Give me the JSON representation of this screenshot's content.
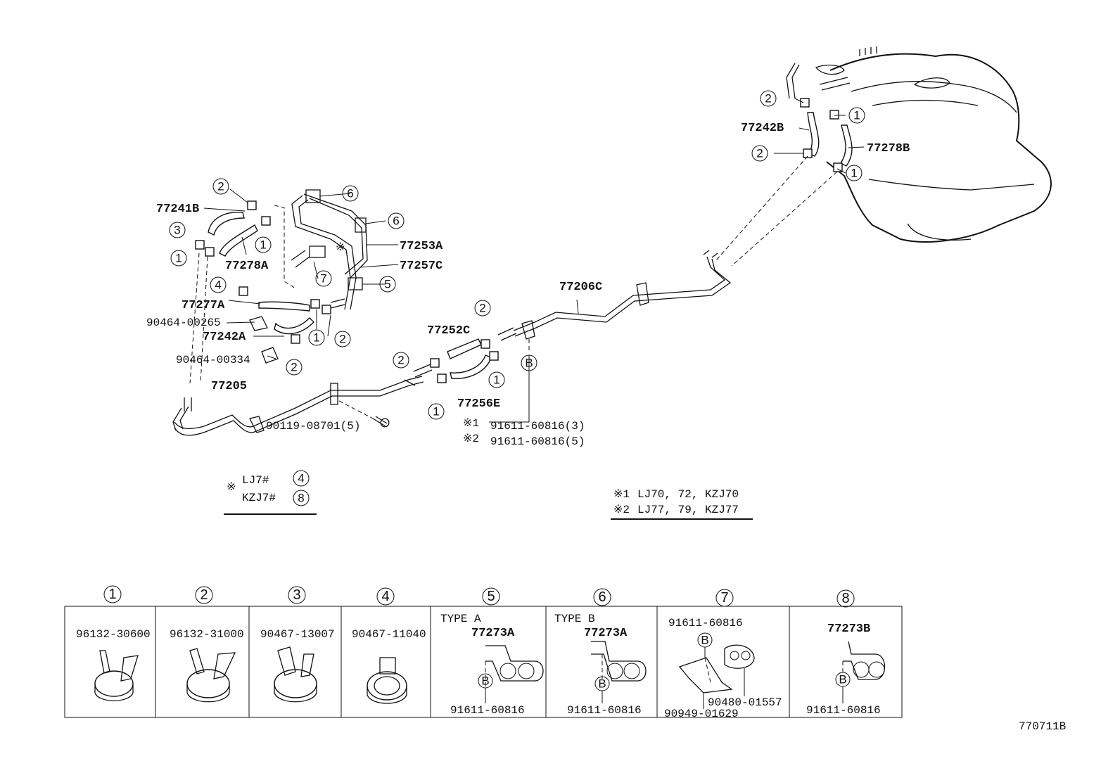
{
  "figure_code": "770711B",
  "main": {
    "labels": {
      "l77241B": "77241B",
      "l77278A": "77278A",
      "l77253A": "77253A",
      "l77257C": "77257C",
      "l77277A": "77277A",
      "l90464_00265": "90464-00265",
      "l77242A": "77242A",
      "l90464_00334": "90464-00334",
      "l77205": "77205",
      "l90119": "90119-08701(5)",
      "l77252C": "77252C",
      "l77256E": "77256E",
      "l77206C": "77206C",
      "l91611_3": "91611-60816(3)",
      "l91611_5": "91611-60816(5)",
      "l77242B": "77242B",
      "l77278B": "77278B"
    },
    "circled": [
      "1",
      "2",
      "3",
      "4",
      "5",
      "6",
      "7",
      "8"
    ],
    "mark_B": "B",
    "star_mark": "※",
    "star1_mark": "※1",
    "star2_mark": "※2"
  },
  "note_models": {
    "star": "※",
    "row1_text": "LJ7#",
    "row1_num": "4",
    "row2_text": "KZJ7#",
    "row2_num": "8"
  },
  "note_variants": {
    "row1_mark": "※1",
    "row1_text": "LJ70, 72, KZJ70",
    "row2_mark": "※2",
    "row2_text": "LJ77, 79, KZJ77"
  },
  "parts_table": [
    {
      "num": "1",
      "type": "",
      "top": "96132-30600",
      "bottom": "",
      "extra": ""
    },
    {
      "num": "2",
      "type": "",
      "top": "96132-31000",
      "bottom": "",
      "extra": ""
    },
    {
      "num": "3",
      "type": "",
      "top": "90467-13007",
      "bottom": "",
      "extra": ""
    },
    {
      "num": "4",
      "type": "",
      "top": "90467-11040",
      "bottom": "",
      "extra": ""
    },
    {
      "num": "5",
      "type": "TYPE A",
      "top": "77273A",
      "bottom": "91611-60816",
      "extra": ""
    },
    {
      "num": "6",
      "type": "TYPE B",
      "top": "77273A",
      "bottom": "91611-60816",
      "extra": ""
    },
    {
      "num": "7",
      "type": "",
      "top": "91611-60816",
      "bottom": "90949-01629",
      "extra": "90480-01557"
    },
    {
      "num": "8",
      "type": "",
      "top": "77273B",
      "bottom": "91611-60816",
      "extra": ""
    }
  ]
}
